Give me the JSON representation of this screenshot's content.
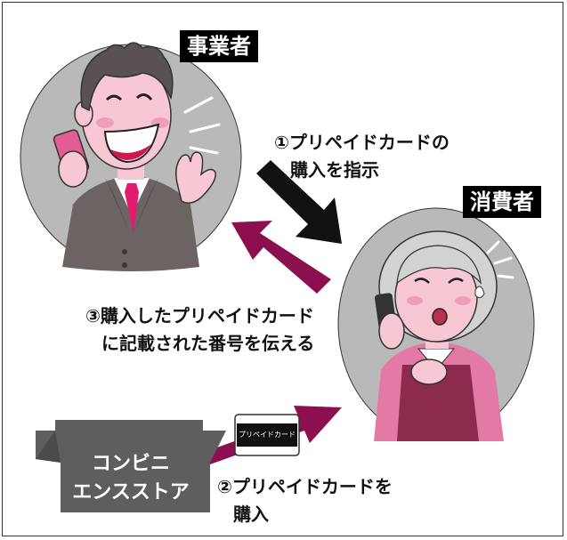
{
  "roles": {
    "business": "事業者",
    "consumer": "消費者"
  },
  "steps": {
    "step1": {
      "line1": "①プリペイドカードの",
      "line2": "購入を指示"
    },
    "step2": {
      "line1": "②プリペイドカードを",
      "line2": "購入"
    },
    "step3": {
      "line1": "③購入したプリペイドカード",
      "line2": "に記載された番号を伝える"
    }
  },
  "card": {
    "label": "プリペイドカード"
  },
  "store": {
    "line1": "コンビニ",
    "line2": "エンスストア"
  },
  "colors": {
    "circle": "#b9b9b9",
    "arrow_black": "#111111",
    "arrow_magenta": "#8c0f4f",
    "store": "#5e5e5e",
    "tag_bg": "#000000",
    "skin": "#f7c7d4",
    "suit": "#6b6463",
    "tie": "#e21b6f",
    "phone": "#e35d95",
    "consumer_top": "#e27aa5",
    "consumer_apron": "#8c2b4d",
    "consumer_hair": "#d2d2d2"
  }
}
